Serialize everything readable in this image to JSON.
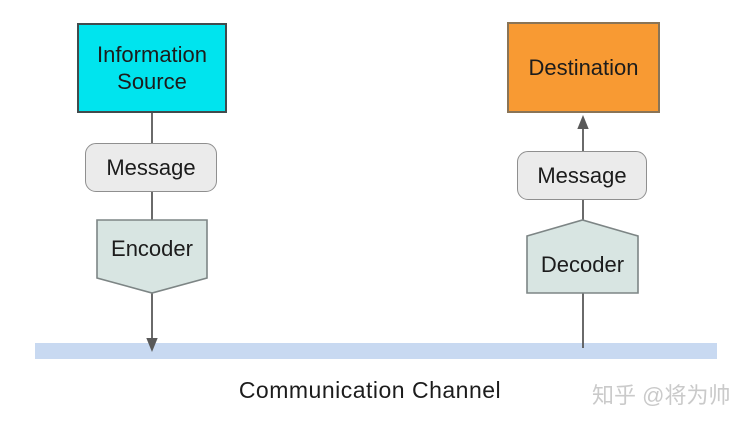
{
  "title": "Communication system diagram",
  "nodes": {
    "information_source": {
      "label": "Information Source",
      "fill": "#00e4ee",
      "border": "#414b4d"
    },
    "message_left": {
      "label": "Message",
      "fill": "#ebebeb",
      "border": "#8f8f8f"
    },
    "encoder": {
      "label": "Encoder",
      "fill": "#d8e5e2",
      "border": "#7d8585"
    },
    "destination": {
      "label": "Destination",
      "fill": "#f89a33",
      "border": "#8a7456"
    },
    "message_right": {
      "label": "Message",
      "fill": "#ebebeb",
      "border": "#8f8f8f"
    },
    "decoder": {
      "label": "Decoder",
      "fill": "#d8e5e2",
      "border": "#7d8585"
    }
  },
  "channel": {
    "label": "Communication Channel",
    "fill": "#c8d9f1"
  },
  "watermark": {
    "text": "知乎 @将为帅",
    "color": "#cacaca"
  },
  "colors": {
    "connector": "#595959",
    "text": "#1c1c1c",
    "background": "#ffffff"
  }
}
